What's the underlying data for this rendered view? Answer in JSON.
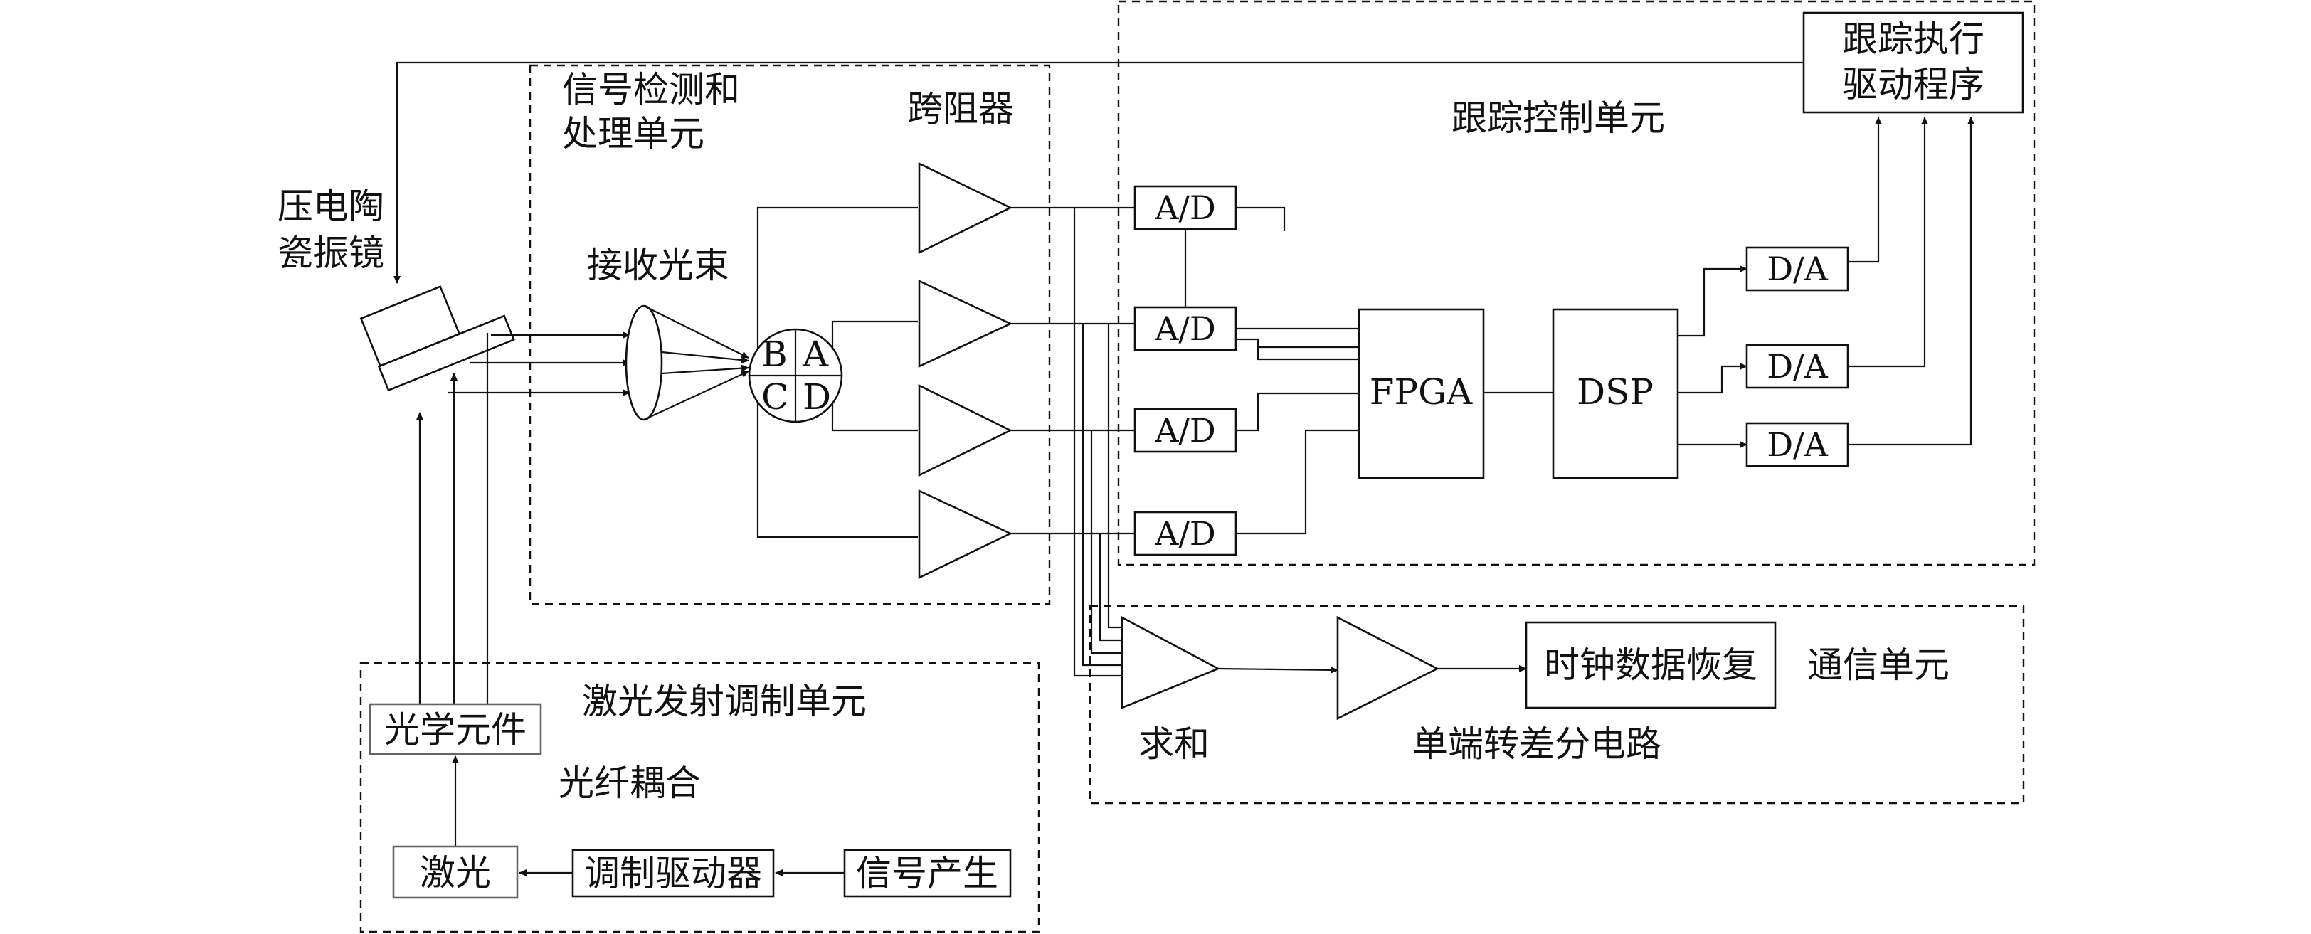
{
  "regions": {
    "signal_detection": "信号检测和\n处理单元",
    "tracking_control": "跟踪控制单元",
    "laser_emission": "激光发射调制单元",
    "communication": "通信单元"
  },
  "labels": {
    "piezo_mirror": "压电陶\n瓷振镜",
    "tia": "跨阻器",
    "receive_beam": "接收光束",
    "sum": "求和",
    "single_to_diff": "单端转差分电路",
    "fiber_coupling": "光纤耦合"
  },
  "quadrant": {
    "a": "A",
    "b": "B",
    "c": "C",
    "d": "D"
  },
  "blocks": {
    "tracking_driver": "跟踪执行\n驱动程序",
    "ad": "A/D",
    "da": "D/A",
    "fpga": "FPGA",
    "dsp": "DSP",
    "clock_recovery": "时钟数据恢复",
    "optics": "光学元件",
    "laser": "激光",
    "mod_driver": "调制驱动器",
    "signal_gen": "信号产生"
  }
}
